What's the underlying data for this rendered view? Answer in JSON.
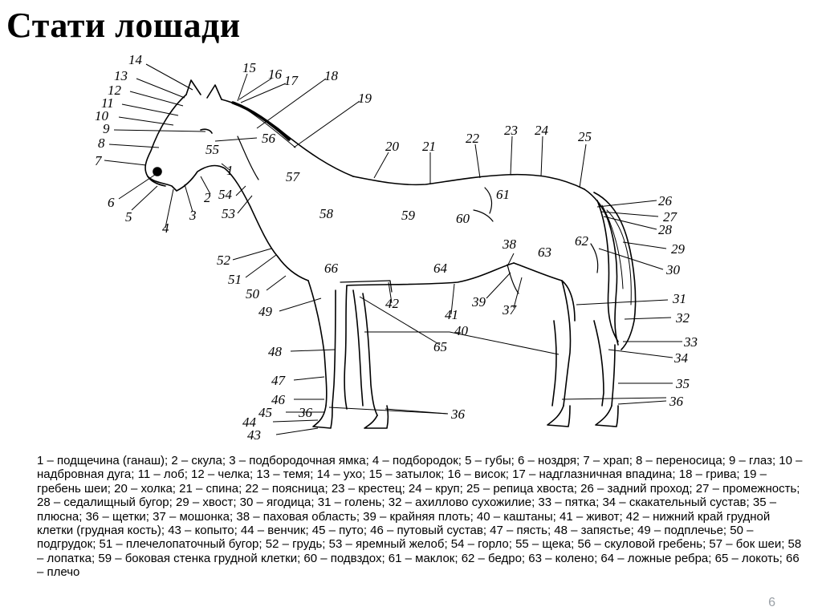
{
  "title": "Стати лошади",
  "labels": [
    "1",
    "2",
    "3",
    "4",
    "5",
    "6",
    "7",
    "8",
    "9",
    "10",
    "11",
    "12",
    "13",
    "14",
    "15",
    "16",
    "17",
    "18",
    "19",
    "20",
    "21",
    "22",
    "23",
    "24",
    "25",
    "26",
    "27",
    "28",
    "29",
    "30",
    "31",
    "32",
    "33",
    "34",
    "35",
    "36",
    "36",
    "36",
    "37",
    "38",
    "39",
    "40",
    "41",
    "42",
    "43",
    "44",
    "45",
    "46",
    "47",
    "48",
    "49",
    "50",
    "51",
    "52",
    "53",
    "54",
    "55",
    "56",
    "57",
    "58",
    "59",
    "60",
    "61",
    "62",
    "63",
    "64",
    "65",
    "66"
  ],
  "legend": "1 – подщечина (ганаш); 2 – скула; 3 – подбородочная ямка; 4 – подбородок; 5 – губы; 6 – ноздря; 7 – храп; 8 – переносица; 9 – глаз; 10 – надбровная дуга; 11 – лоб; 12 – челка; 13 – темя; 14 – ухо; 15 – затылок; 16 – висок; 17 – надглазничная впадина; 18 – грива; 19 – гребень шеи; 20 – холка; 21 – спина; 22 – поясница; 23 – крестец; 24 – круп; 25 – репица хвоста; 26 – задний проход; 27 – промежность; 28 – седалищный бугор; 29 – хвост; 30 – ягодица; 31 – голень; 32 – ахиллово сухожилие; 33 – пятка; 34 – скакательный сустав; 35 – плюсна; 36 – щетки; 37 – мошонка; 38 – паховая область; 39 – крайняя плоть; 40 – каштаны; 41 – живот; 42 – нижний край грудной клетки (грудная кость); 43 – копыто; 44 – венчик; 45 – путо; 46 – путовый сустав; 47 – пясть; 48 – запястье; 49 – подплечье; 50 – подгрудок; 51 – плечелопаточный бугор; 52 – грудь; 53 – яремный желоб; 54 – горло; 55 – щека; 56 – скуловой гребень; 57 – бок шеи; 58 – лопатка; 59 – боковая стенка грудной клетки; 60 – подвздох; 61 – маклок; 62 – бедро; 63 – колено; 64 – ложные ребра; 65 – локоть; 66 – плечо",
  "page_number": "6"
}
